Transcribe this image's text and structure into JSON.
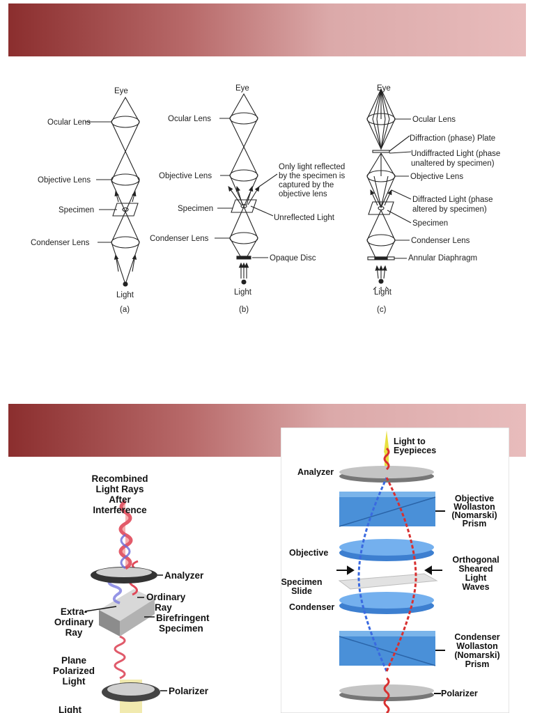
{
  "diagram_abc": {
    "a": {
      "eye": "Eye",
      "ocular": "Ocular Lens",
      "objective": "Objective Lens",
      "specimen": "Specimen",
      "condenser": "Condenser Lens",
      "light": "Light",
      "caption": "(a)"
    },
    "b": {
      "eye": "Eye",
      "ocular": "Ocular Lens",
      "objective": "Objective Lens",
      "specimen": "Specimen",
      "condenser": "Condenser Lens",
      "light": "Light",
      "caption": "(b)",
      "note": [
        "Only light reflected",
        "by the specimen is",
        "captured by the",
        "objective lens"
      ],
      "unreflected": "Unreflected Light",
      "opaque": "Opaque Disc"
    },
    "c": {
      "eye": "Eye",
      "ocular": "Ocular Lens",
      "plate": "Diffraction (phase) Plate",
      "undiffracted": [
        "Undiffracted Light (phase",
        "unaltered by specimen)"
      ],
      "objective": "Objective Lens",
      "diffracted": [
        "Diffracted Light (phase",
        "altered by specimen)"
      ],
      "specimen": "Specimen",
      "condenser": "Condenser Lens",
      "diaphragm": "Annular Diaphragm",
      "light": "Light",
      "caption": "(c)"
    }
  },
  "polarized": {
    "recombined": [
      "Recombined",
      "Light Rays",
      "After",
      "Interference"
    ],
    "analyzer": "Analyzer",
    "ordinary": [
      "Ordinary",
      "Ray"
    ],
    "extra": [
      "Extra-",
      "Ordinary",
      "Ray"
    ],
    "birefringent": [
      "Birefringent",
      "Specimen"
    ],
    "plane": [
      "Plane",
      "Polarized",
      "Light"
    ],
    "polarizer": "Polarizer",
    "light": "Light"
  },
  "dic": {
    "light_to": [
      "Light to",
      "Eyepieces"
    ],
    "analyzer": "Analyzer",
    "objective_wollaston": [
      "Objective",
      "Wollaston",
      "(Nomarski)",
      "Prism"
    ],
    "objective": "Objective",
    "orthogonal": [
      "Orthogonal",
      "Sheared",
      "Light",
      "Waves"
    ],
    "specimen_slide": [
      "Specimen",
      "Slide"
    ],
    "condenser": "Condenser",
    "condenser_wollaston": [
      "Condenser",
      "Wollaston",
      "(Nomarski)",
      "Prism"
    ],
    "polarizer": "Polarizer"
  }
}
